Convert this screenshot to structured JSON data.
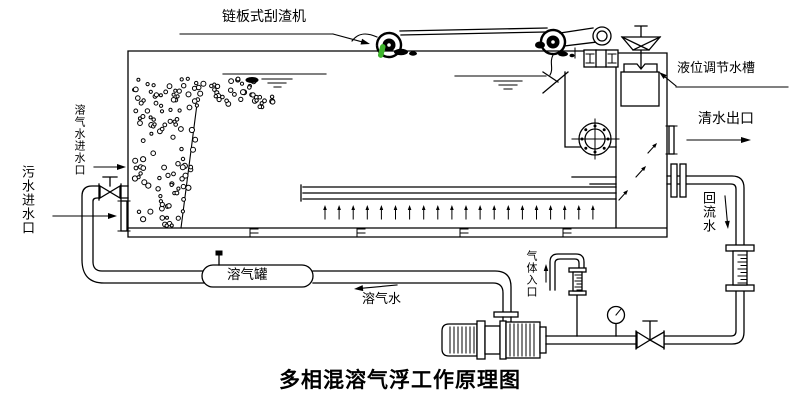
{
  "title": "多相混溶气浮工作原理图",
  "labels": {
    "scraper": "链板式刮渣机",
    "level_tank": "液位调节水槽",
    "clean_outlet": "清水出口",
    "return_water": "回流水",
    "air_water_inlet": "溶气水进水口",
    "sewage_inlet": "污水进水口",
    "air_tank": "溶气罐",
    "air_water": "溶气水",
    "gas_inlet": "气体入口"
  },
  "colors": {
    "line": "#000000",
    "accent_green": "#3db32c",
    "background": "#ffffff"
  }
}
